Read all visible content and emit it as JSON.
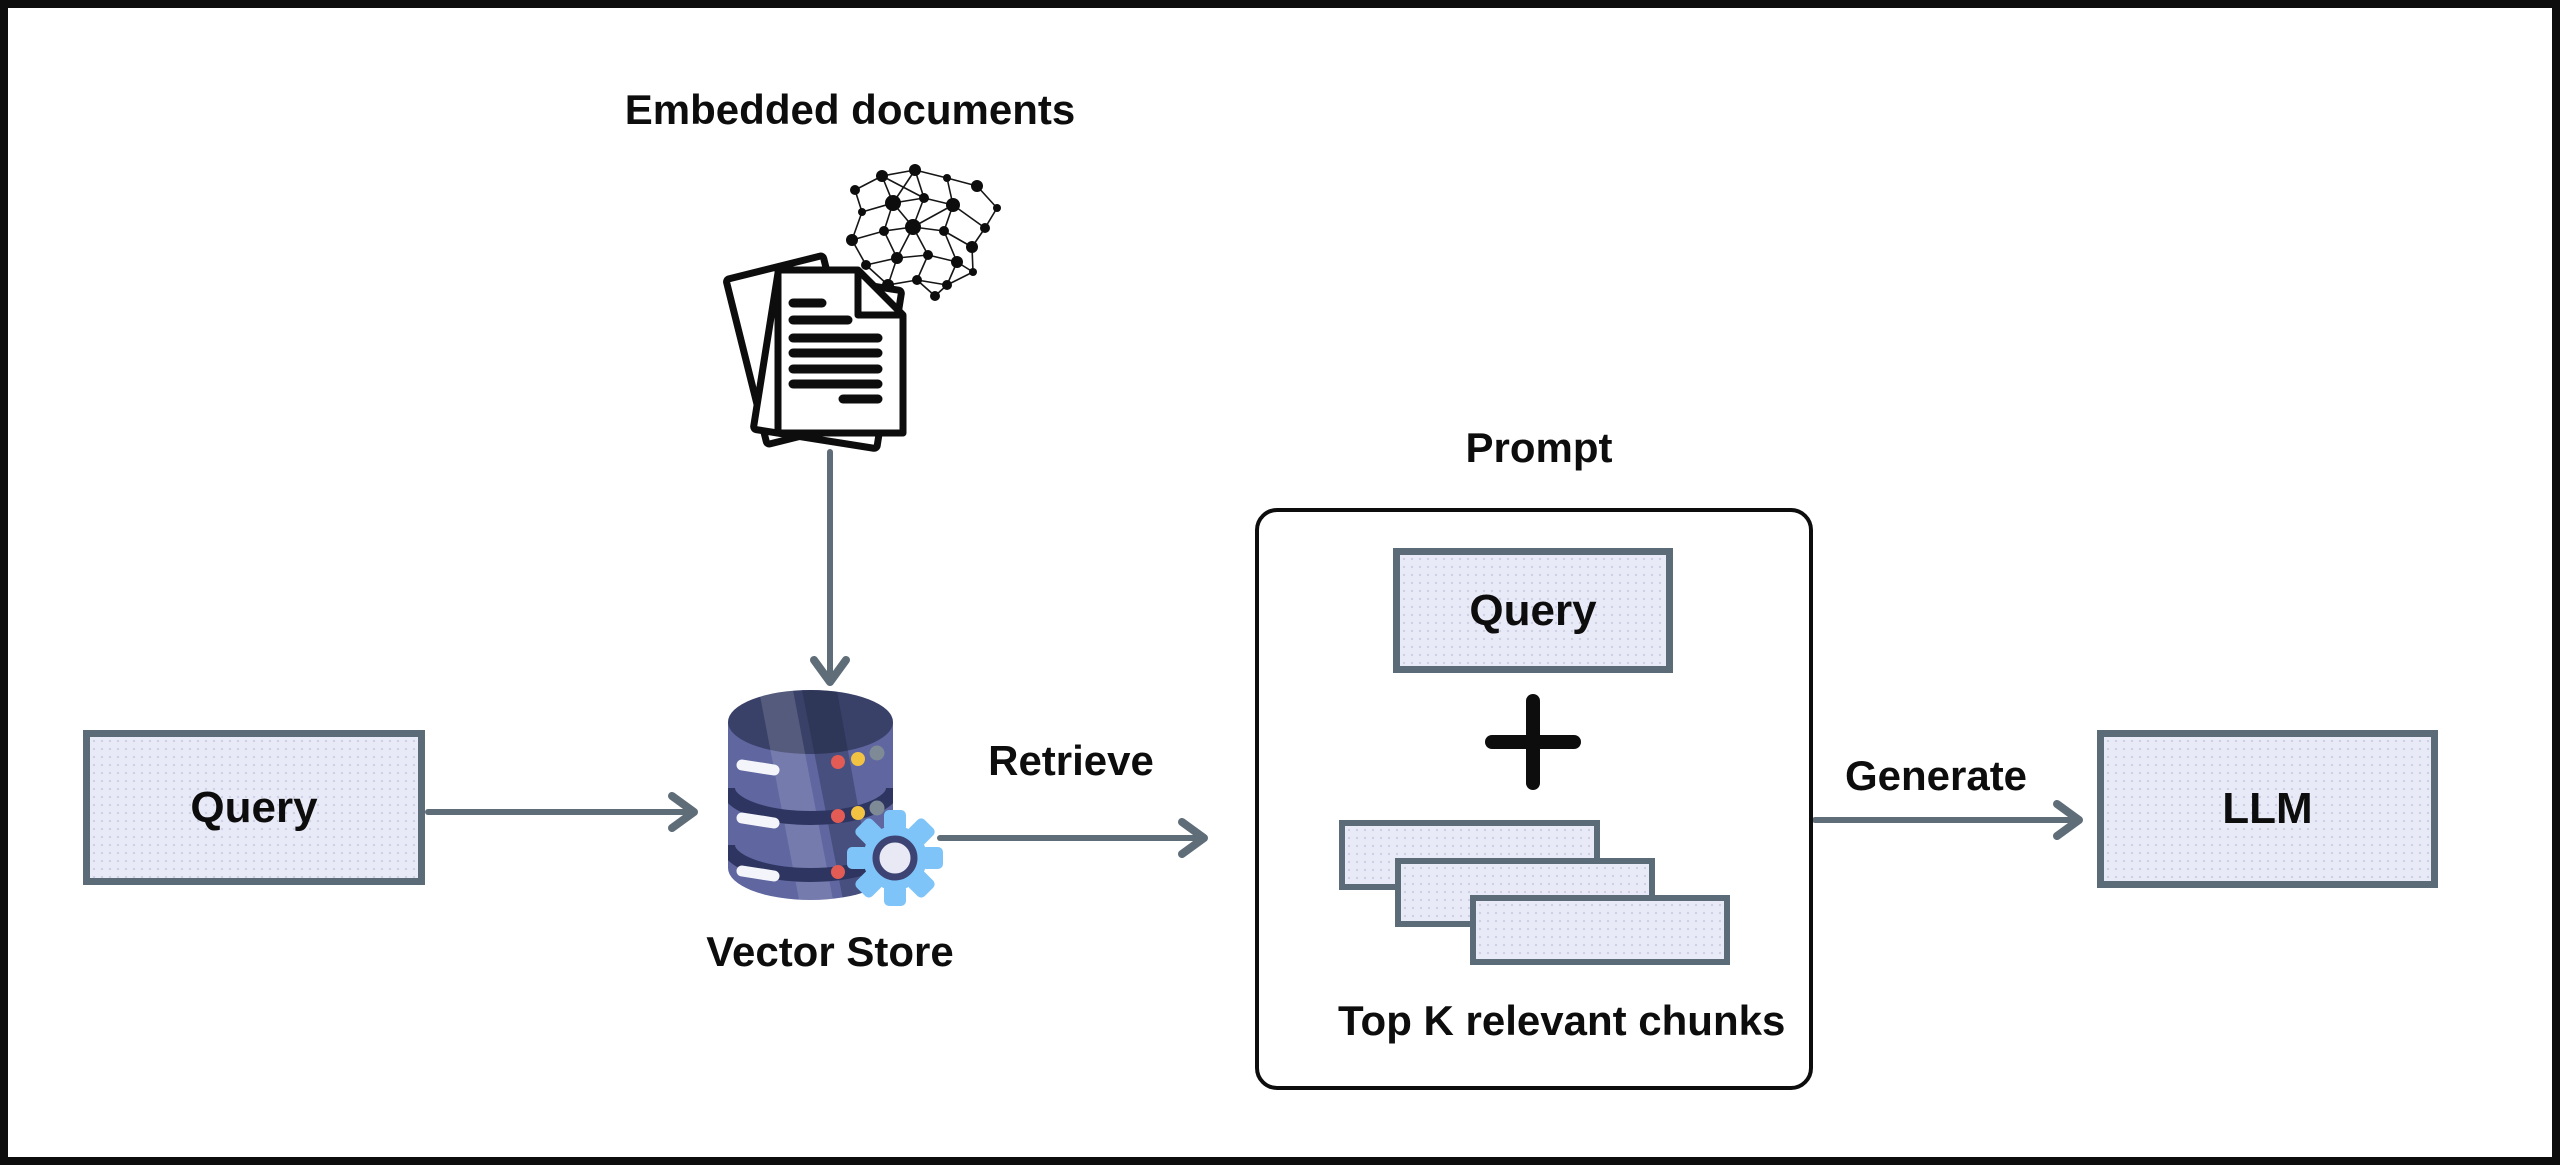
{
  "labels": {
    "embedded_documents": "Embedded documents",
    "vector_store": "Vector Store",
    "retrieve": "Retrieve",
    "prompt": "Prompt",
    "generate": "Generate",
    "top_k_chunks": "Top K relevant chunks",
    "plus_sign": "+"
  },
  "boxes": {
    "query": "Query",
    "prompt_query": "Query",
    "llm": "LLM"
  },
  "icons": {
    "network_graph": "embedding-network-icon",
    "documents": "documents-stack-icon",
    "database": "vector-database-icon",
    "gear": "gear-icon",
    "plus": "plus-icon"
  },
  "colors": {
    "ink": "#0D0D0D",
    "box_fill": "#E9EAF7",
    "box_border": "#5C6B78",
    "arrow": "#5F6D79",
    "db_body": "#5F66A0",
    "db_top": "#3A4168",
    "db_separator": "#2E3560",
    "db_dash": "#F4F4FB",
    "gear_blue": "#7FC4F8",
    "gear_ring": "#3D4474",
    "gear_center": "#E9E9F6",
    "dot_red": "#E25C55",
    "dot_yellow": "#F2C243",
    "dot_gray": "#7E8A96"
  }
}
